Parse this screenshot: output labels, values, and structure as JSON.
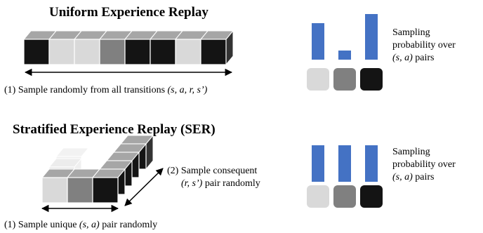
{
  "uniform": {
    "title": "Uniform Experience Replay",
    "caption_main": "(1) Sample randomly from all transitions ",
    "caption_italic": "(s, a, r, s’)",
    "cube_fills": [
      "#141414",
      "#d9d9d9",
      "#d9d9d9",
      "#808080",
      "#141414",
      "#141414",
      "#d9d9d9",
      "#141414"
    ],
    "side_label": [
      "Sampling",
      "probability over"
    ],
    "side_label_italic": "(s, a)",
    "side_label_suffix": " pairs",
    "bar_values": [
      1.0,
      0.25,
      1.25
    ],
    "bar_color": "#4472c4",
    "swatches": [
      "#d9d9d9",
      "#808080",
      "#141414"
    ]
  },
  "stratified": {
    "title": "Stratified Experience Replay (SER)",
    "caption_main": "(1) Sample unique ",
    "caption_italic": "(s, a)",
    "caption_suffix": " pair randomly",
    "step2_main": "(2) Sample consequent",
    "step2_italic": "(r, s’)",
    "step2_suffix": " pair randomly",
    "side_label": [
      "Sampling",
      "probability over"
    ],
    "side_label_italic": "(s, a)",
    "side_label_suffix": " pairs",
    "bar_values": [
      1,
      1,
      1
    ],
    "bar_color": "#4472c4",
    "swatches": [
      "#d9d9d9",
      "#808080",
      "#141414"
    ]
  }
}
